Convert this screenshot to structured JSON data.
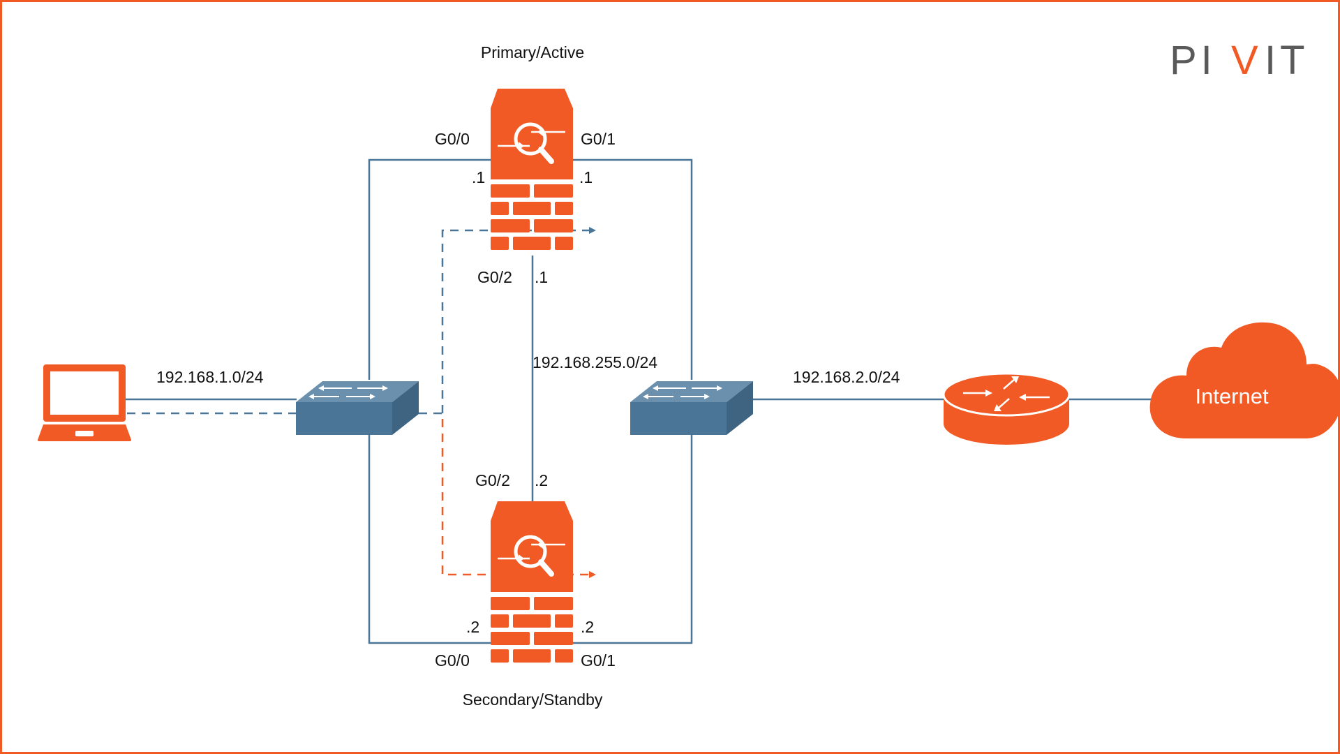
{
  "colors": {
    "accent": "#f15a24",
    "link": "#4b7597",
    "switch_face": "#4b7597",
    "switch_top": "#6b90ad",
    "switch_side": "#3e6482",
    "logo_gray": "#5a5a5a",
    "border": "#f15a24"
  },
  "logo": {
    "left": "PI",
    "mark": "V",
    "right": "IT"
  },
  "firewalls": {
    "primary": {
      "title": "Primary/Active",
      "g00": "G0/0",
      "g01": "G0/1",
      "ip00": ".1",
      "ip01": ".1",
      "g02": "G0/2",
      "ip02": ".1"
    },
    "secondary": {
      "title": "Secondary/Standby",
      "g00": "G0/0",
      "g01": "G0/1",
      "ip00": ".2",
      "ip01": ".2",
      "g02": "G0/2",
      "ip02": ".2"
    }
  },
  "networks": {
    "lan": "192.168.1.0/24",
    "failover": "192.168.255.0/24",
    "wan": "192.168.2.0/24"
  },
  "cloud": {
    "label": "Internet"
  },
  "icons": {
    "laptop": "laptop-icon",
    "switch": "switch-icon",
    "firewall": "firewall-icon",
    "router": "router-icon",
    "cloud": "cloud-icon"
  }
}
